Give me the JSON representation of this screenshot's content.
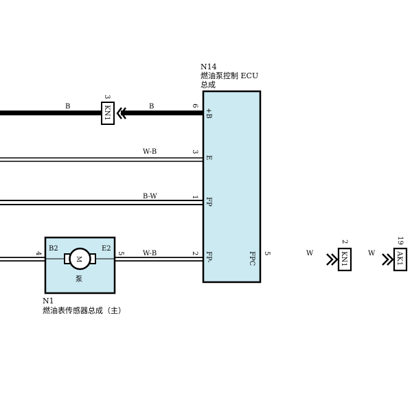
{
  "colors": {
    "wire": "#000000",
    "component_fill": "#cceaf2",
    "background": "#ffffff"
  },
  "ecu": {
    "ref": "N14",
    "name_line1": "燃油泵控制 ECU",
    "name_line2": "总成",
    "pins": [
      {
        "num": "6",
        "label": "+B"
      },
      {
        "num": "3",
        "label": "E"
      },
      {
        "num": "1",
        "label": "FP"
      },
      {
        "num": "2",
        "label": "FP-"
      },
      {
        "num": "5",
        "label": "FPC"
      }
    ]
  },
  "pump": {
    "ref": "N1",
    "name": "燃油表传感器总成（主）",
    "pin_left_label": "B2",
    "pin_right_label": "E2",
    "pin_left_num": "4",
    "pin_right_num": "5",
    "motor_label": "M",
    "pump_label": "泵"
  },
  "connectors": {
    "kn1_top": {
      "name": "KN1",
      "pin": "3"
    },
    "kn1_right": {
      "name": "KN1",
      "pin": "2"
    },
    "ak1": {
      "name": "AK1",
      "pin": "19"
    }
  },
  "wires": {
    "b_left": "B",
    "b_right": "B",
    "e_wire": "W-B",
    "fp_wire": "B-W",
    "fpm_wire": "W-B",
    "fpc_w1": "W",
    "fpc_w2": "W"
  }
}
